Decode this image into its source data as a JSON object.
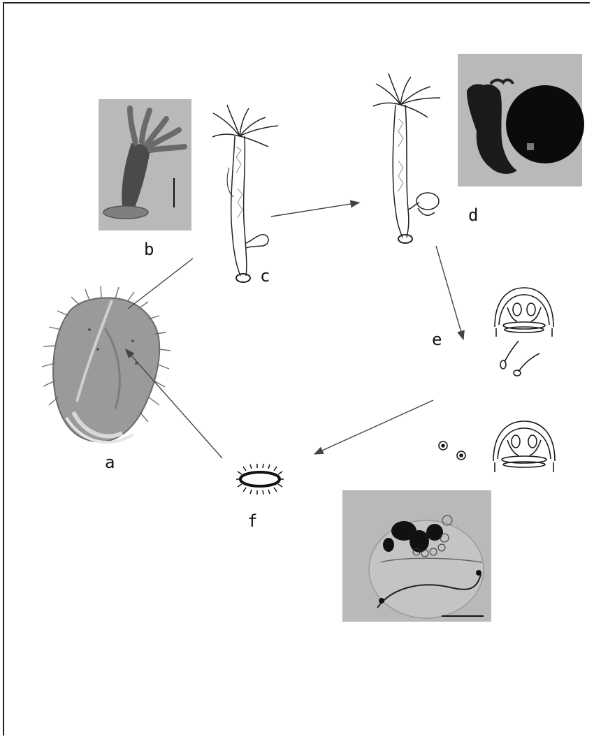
{
  "figure": {
    "labels": {
      "a": "a",
      "b": "b",
      "c": "c",
      "d": "d",
      "e": "e",
      "f": "f"
    },
    "colors": {
      "photo_background": "#b9b9b9",
      "ink": "#1a1a1a",
      "arrow": "#444444"
    }
  }
}
